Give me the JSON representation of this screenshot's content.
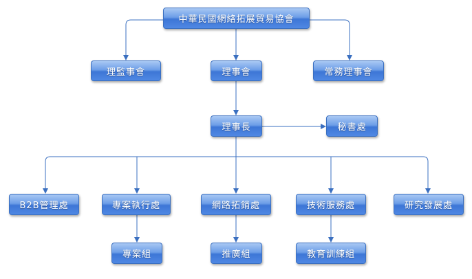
{
  "org_chart": {
    "root": "中華民國網絡拓展貿易協會",
    "supervisors": "理監事會",
    "board": "理事會",
    "standing_board": "常務理事會",
    "chairman": "理事長",
    "secretariat": "秘書處",
    "departments": [
      "B2B管理處",
      "專案執行處",
      "網路拓銷處",
      "技術服務處",
      "研究發展處"
    ],
    "groups": [
      "專案組",
      "推廣組",
      "教育訓練組"
    ]
  },
  "colors": {
    "node_fill_top": "#a9c8f3",
    "node_fill_bottom": "#3d76d6",
    "node_border": "#3a6fc0",
    "connector": "#3a6fc0",
    "text": "#ffffff"
  }
}
